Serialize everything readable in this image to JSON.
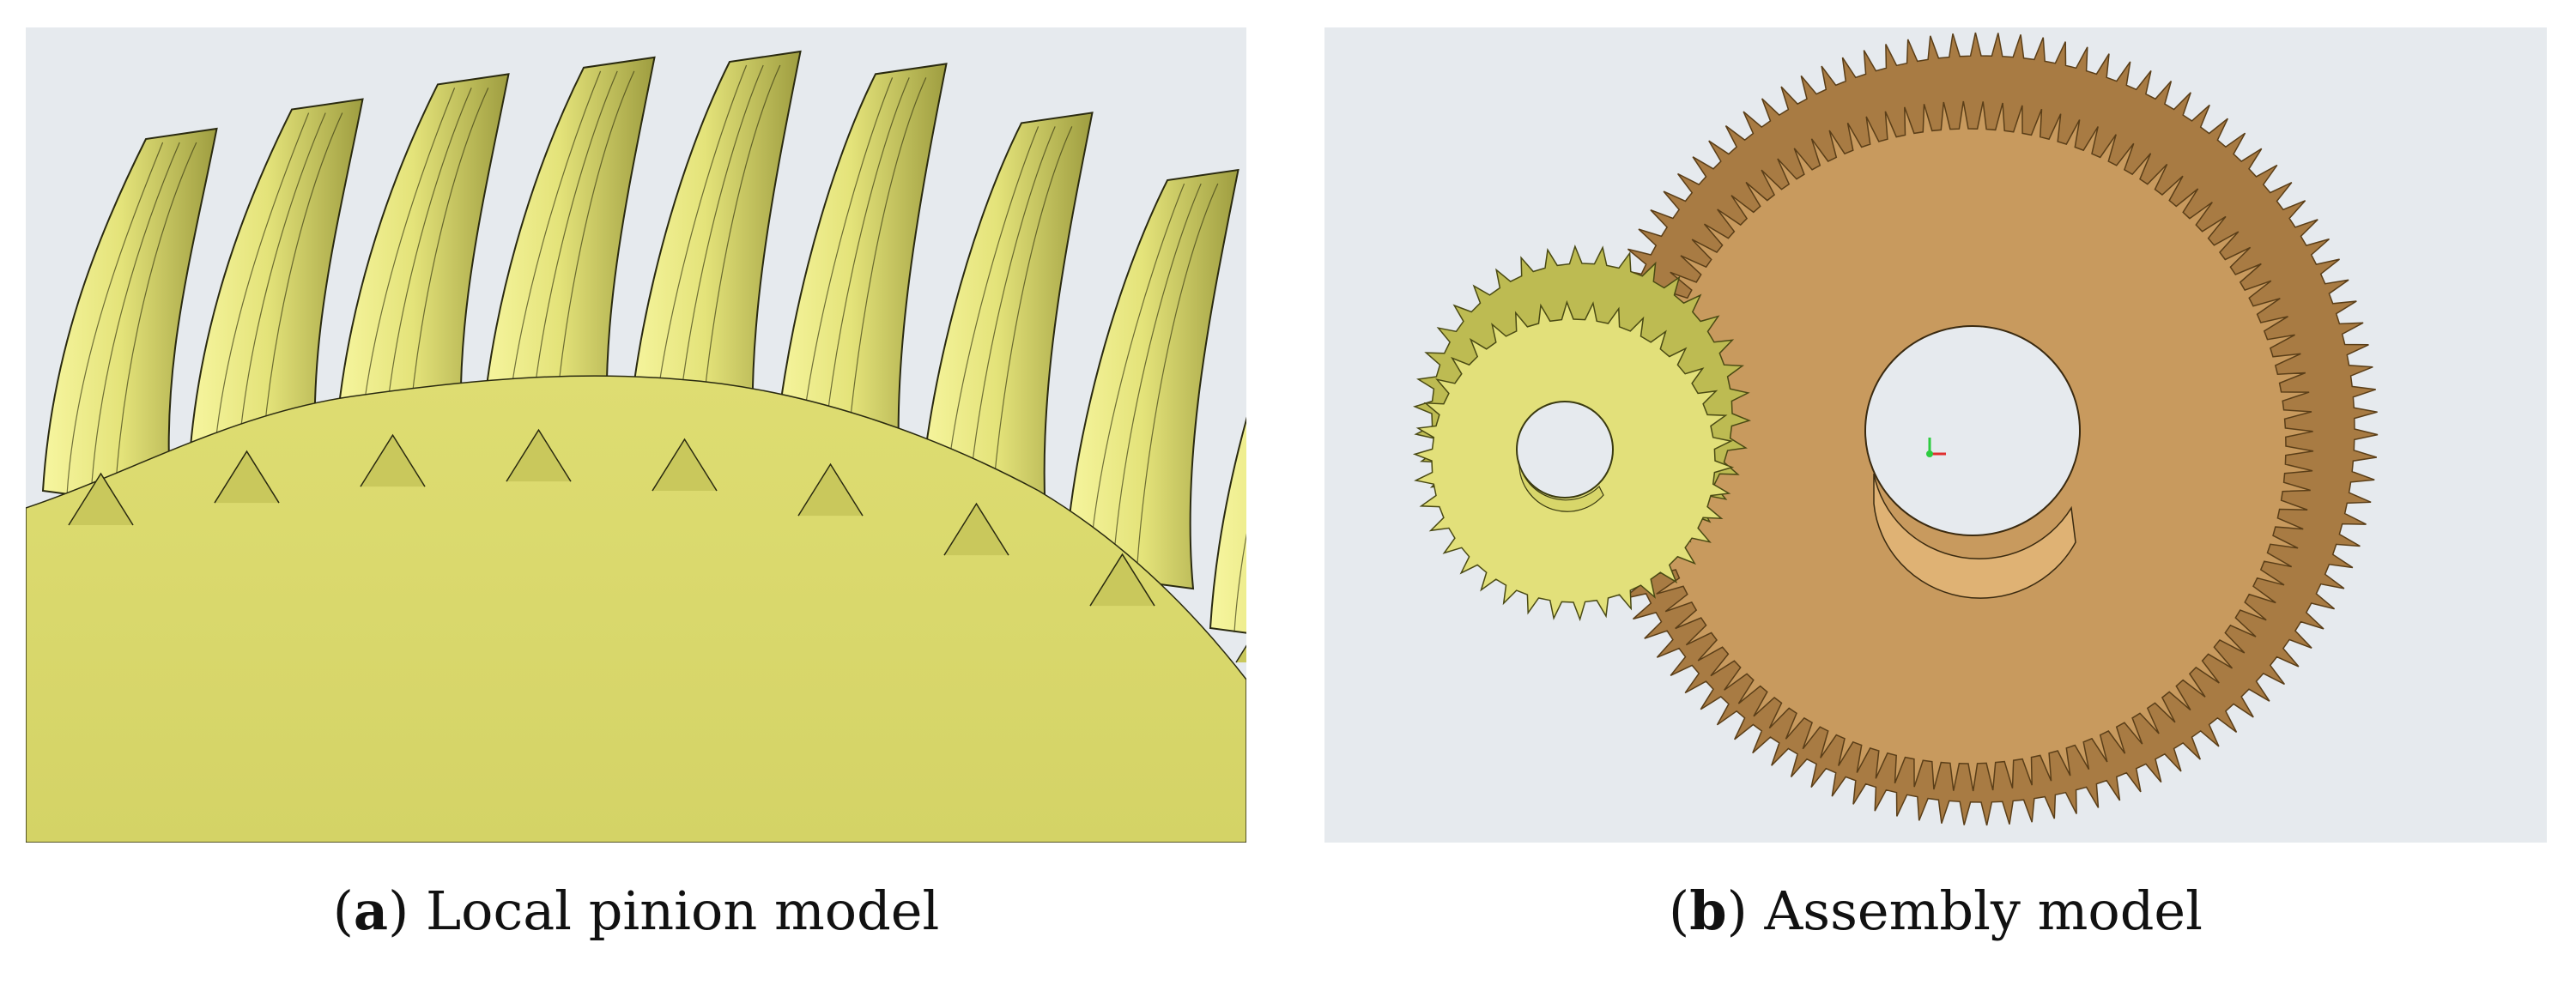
{
  "figure": {
    "panel_a": {
      "label": "a",
      "caption": "Local pinion model",
      "colors": {
        "gear_face": "#dcdb6c",
        "gear_flank": "#f0ef8a",
        "gear_shadow": "#9b9a3e",
        "background": "#e6eaee"
      }
    },
    "panel_b": {
      "label": "b",
      "caption": "Assembly model",
      "colors": {
        "pinion": "#e2e07a",
        "gear": "#c89a5e",
        "bore": "#dfb274",
        "background": "#e6eaee"
      }
    }
  }
}
